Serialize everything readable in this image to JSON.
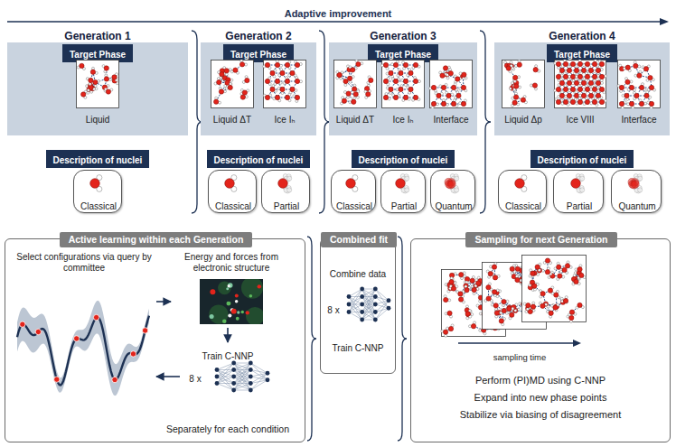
{
  "diagram": {
    "nodes": [
      {
        "text": [
          "Generation 1"
        ]
      },
      {
        "text": [
          "Target Phase"
        ],
        "in": 0
      },
      {
        "text": [
          "Liquid"
        ],
        "in": 0
      },
      {
        "text": [
          "Description of nuclei"
        ]
      },
      {
        "text": [
          "Classical"
        ]
      },
      {
        "text": [
          "Generation 2"
        ]
      },
      {
        "text": [
          "Target Phase"
        ],
        "in": 5
      },
      {
        "text": [
          "Liquid ΔT"
        ],
        "in": 5
      },
      {
        "text": [
          "Ice Iₕ"
        ],
        "in": 5
      },
      {
        "text": [
          "Description of nuclei"
        ]
      },
      {
        "text": [
          "Classical"
        ]
      },
      {
        "text": [
          "Partial"
        ]
      },
      {
        "text": [
          "Generation 3"
        ]
      },
      {
        "text": [
          "Target Phase"
        ],
        "in": 12
      },
      {
        "text": [
          "Liquid ΔT"
        ],
        "in": 12
      },
      {
        "text": [
          "Ice Iₕ"
        ],
        "in": 12
      },
      {
        "text": [
          "Interface"
        ],
        "in": 12
      },
      {
        "text": [
          "Description of nuclei"
        ]
      },
      {
        "text": [
          "Classical"
        ]
      },
      {
        "text": [
          "Partial"
        ]
      },
      {
        "text": [
          "Quantum"
        ]
      },
      {
        "text": [
          "Generation 4"
        ]
      },
      {
        "text": [
          "Target Phase"
        ],
        "in": 21
      },
      {
        "text": [
          "Liquid Δp"
        ],
        "in": 21
      },
      {
        "text": [
          "Ice VIII"
        ],
        "in": 21
      },
      {
        "text": [
          "Interface"
        ],
        "in": 21
      },
      {
        "text": [
          "Description of nuclei"
        ]
      },
      {
        "text": [
          "Classical"
        ]
      },
      {
        "text": [
          "Partial"
        ]
      },
      {
        "text": [
          "Quantum"
        ]
      },
      {
        "text": [
          "Active learning within each Generation",
          "Separately for each condition"
        ]
      },
      {
        "text": [
          "Select configurations via query by committee"
        ],
        "in": 30
      },
      {
        "text": [
          "Energy and forces from electronic structure"
        ],
        "in": 30
      },
      {
        "text": [
          "Train C-NNP",
          "8 x"
        ],
        "in": 30
      },
      {
        "text": [
          "Combined fit",
          "Combine data",
          "8 x",
          "Train C-NNP"
        ]
      },
      {
        "text": [
          "Sampling for next Generation",
          "sampling time",
          "Perform (PI)MD using C-NNP",
          "Expand into new phase points",
          "Stabilize via biasing of disagreement"
        ]
      }
    ],
    "edges": [
      {
        "from": 31,
        "to": 32,
        "arrow": "to"
      },
      {
        "from": 32,
        "to": 33,
        "arrow": "to"
      },
      {
        "from": 33,
        "to": 31,
        "arrow": "to"
      }
    ],
    "labels": [
      "Adaptive improvement"
    ]
  }
}
